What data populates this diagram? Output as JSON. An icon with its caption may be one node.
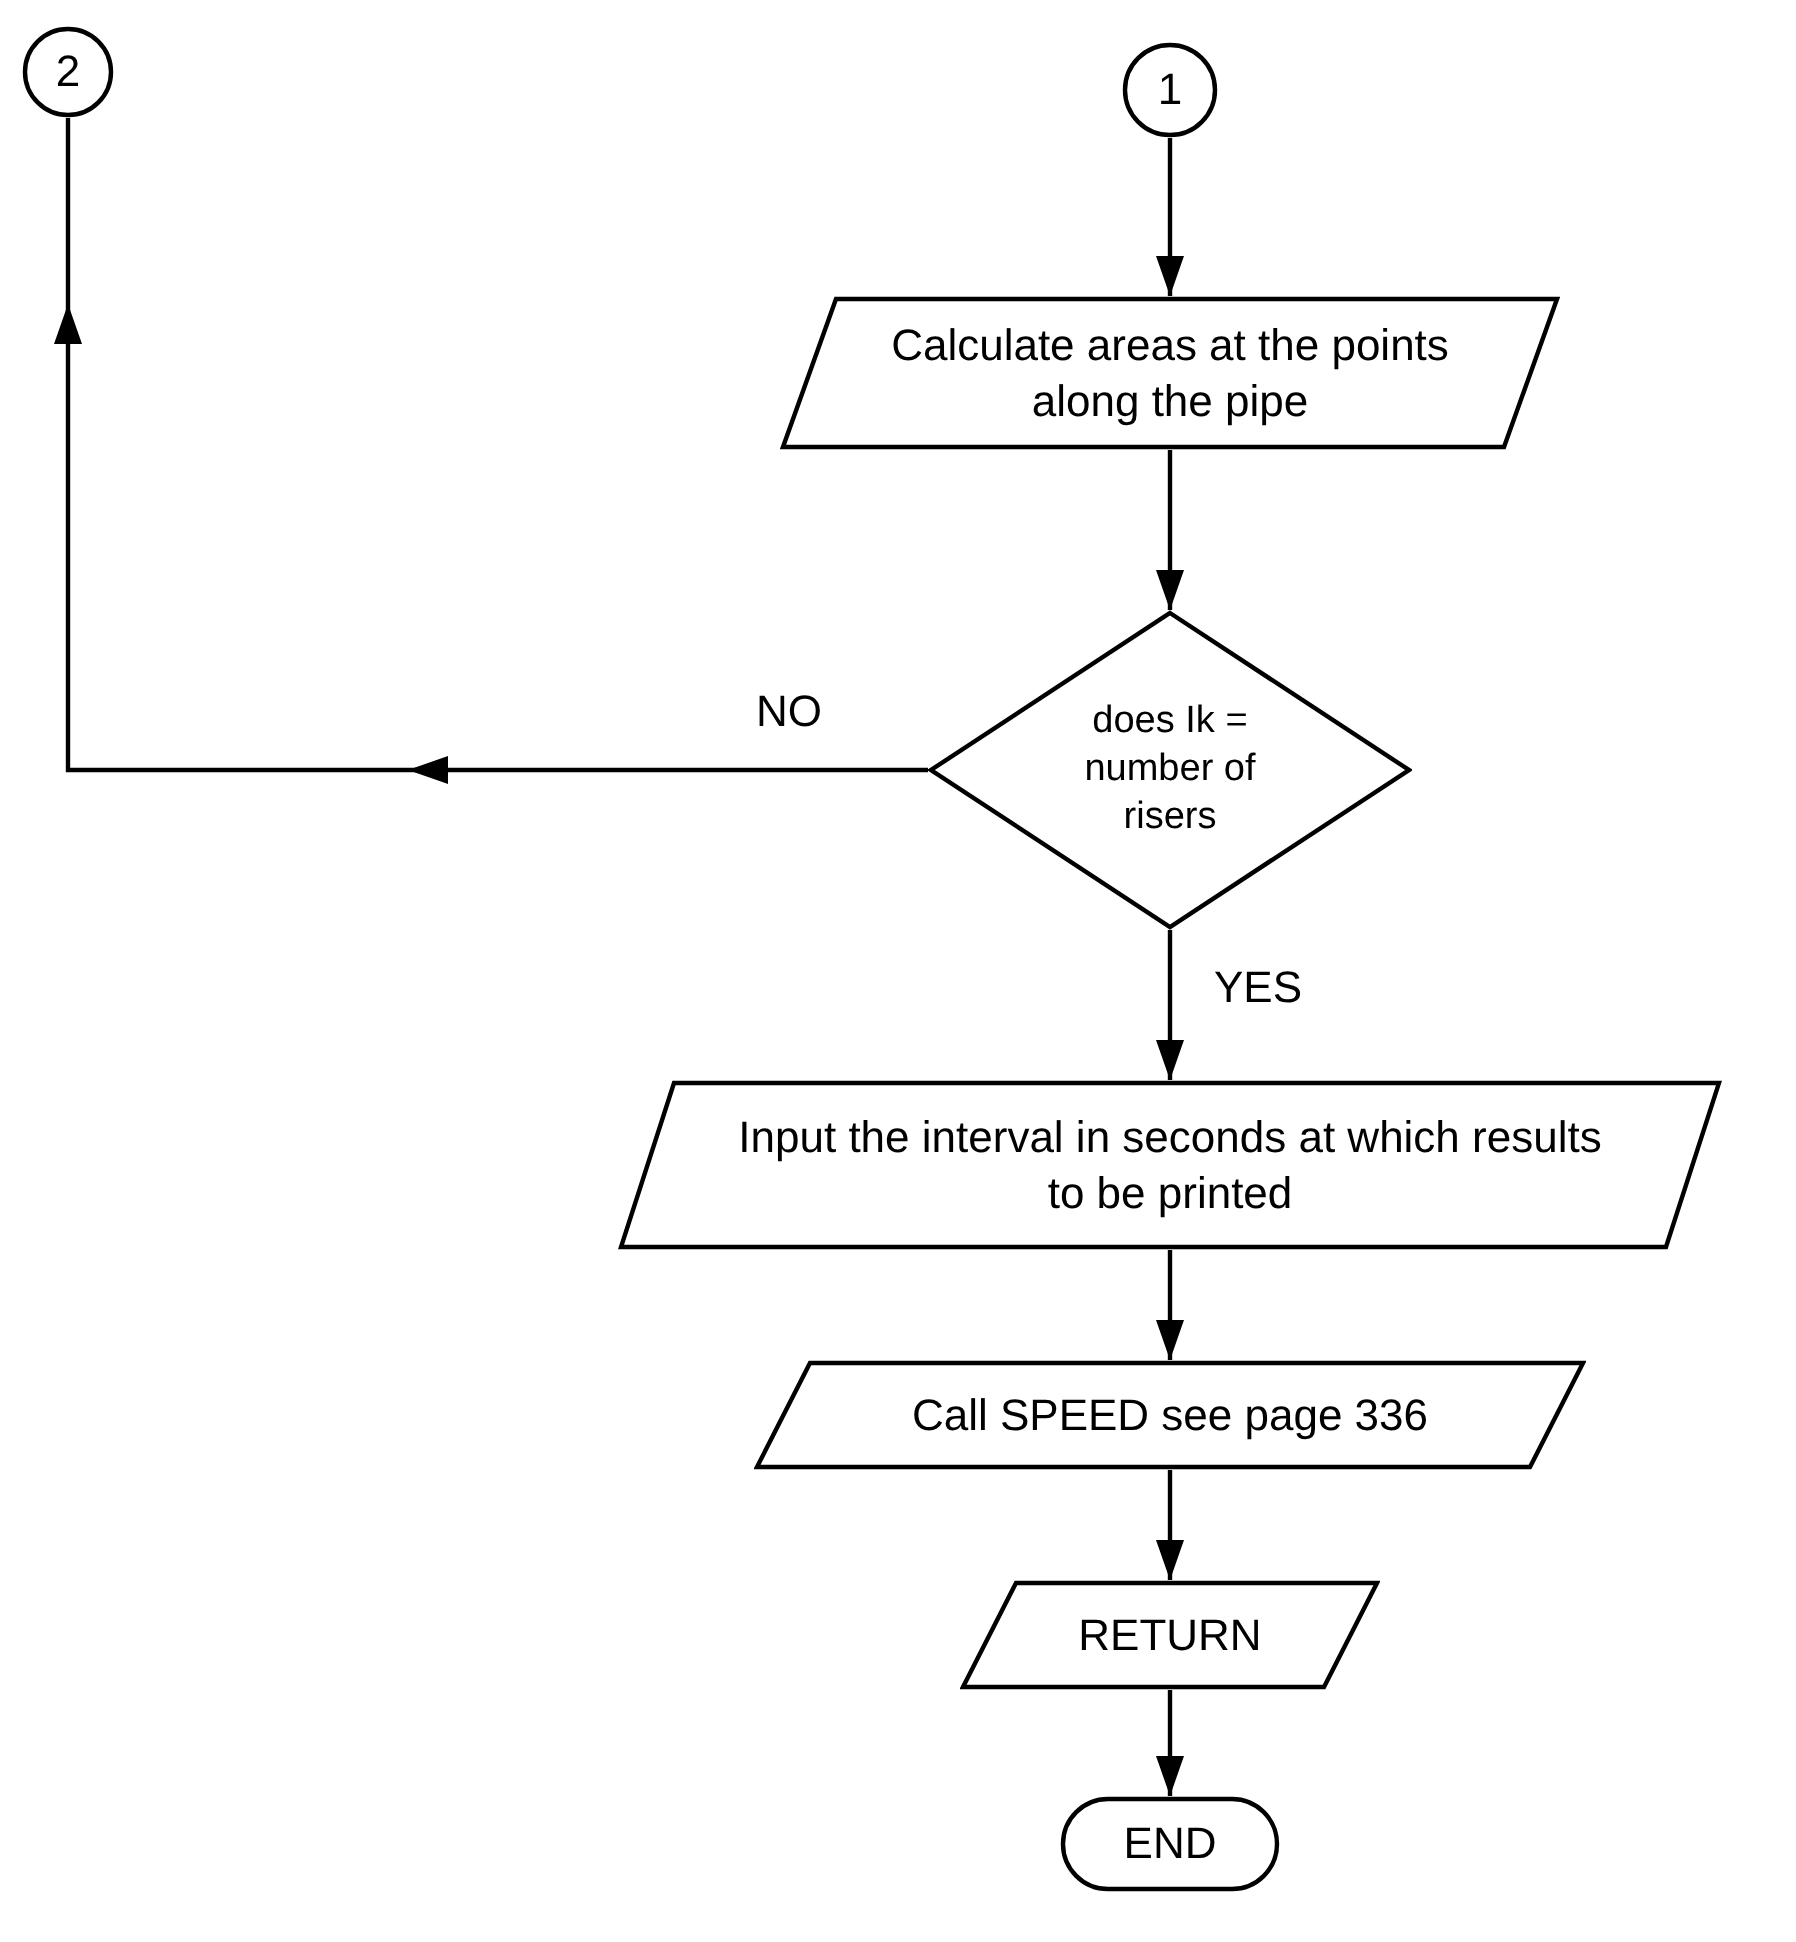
{
  "diagram": {
    "nodes": [
      {
        "text": [
          "2"
        ]
      },
      {
        "text": [
          "1"
        ]
      },
      {
        "text": [
          "Calculate areas at the points along the pipe"
        ]
      },
      {
        "text": [
          "does Ik = number of risers"
        ]
      },
      {
        "text": [
          "Input the interval in seconds at which results to be printed"
        ]
      },
      {
        "text": [
          "Call SPEED see page 336"
        ]
      },
      {
        "text": [
          "RETURN"
        ]
      },
      {
        "text": [
          "END"
        ]
      }
    ],
    "edges": [
      {
        "from": 1,
        "to": 2,
        "arrow": "to"
      },
      {
        "from": 2,
        "to": 3,
        "arrow": "to"
      },
      {
        "from": 3,
        "to": 0,
        "arrow": "to",
        "label": "NO"
      },
      {
        "from": 3,
        "to": 4,
        "arrow": "to",
        "label": "YES"
      },
      {
        "from": 4,
        "to": 5,
        "arrow": "to"
      },
      {
        "from": 5,
        "to": 6,
        "arrow": "to"
      },
      {
        "from": 6,
        "to": 7,
        "arrow": "to"
      }
    ]
  }
}
